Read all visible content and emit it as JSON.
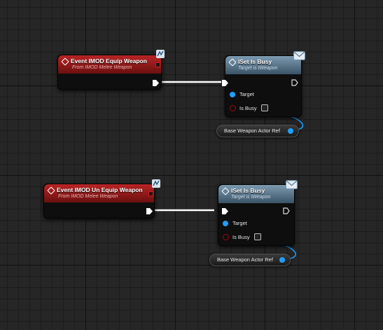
{
  "nodes": [
    {
      "event": {
        "title": "Event IMOD Equip Weapon",
        "subtitle": "From IMOD Melee Weapon",
        "icon": "interface-message-icon"
      },
      "call": {
        "title": "ISet Is Busy",
        "subtitle": "Target is IWeapon",
        "pin_target": "Target",
        "pin_isbusy": "Is Busy",
        "icon": "envelope-icon"
      },
      "getter": {
        "label": "Base Weapon Actor Ref"
      }
    },
    {
      "event": {
        "title": "Event IMOD Un Equip Weapon",
        "subtitle": "From IMOD Melee Weapon",
        "icon": "interface-message-icon"
      },
      "call": {
        "title": "ISet Is Busy",
        "subtitle": "Target is IWeapon",
        "pin_target": "Target",
        "pin_isbusy": "Is Busy",
        "icon": "envelope-icon"
      },
      "getter": {
        "label": "Base Weapon Actor Ref"
      }
    }
  ],
  "colors": {
    "exec_wire": "#ffffff",
    "object_wire": "#1ea0ff",
    "event_header": "#b82424",
    "function_header": "#5b7a92",
    "bool_pin": "#9c0a0a"
  }
}
